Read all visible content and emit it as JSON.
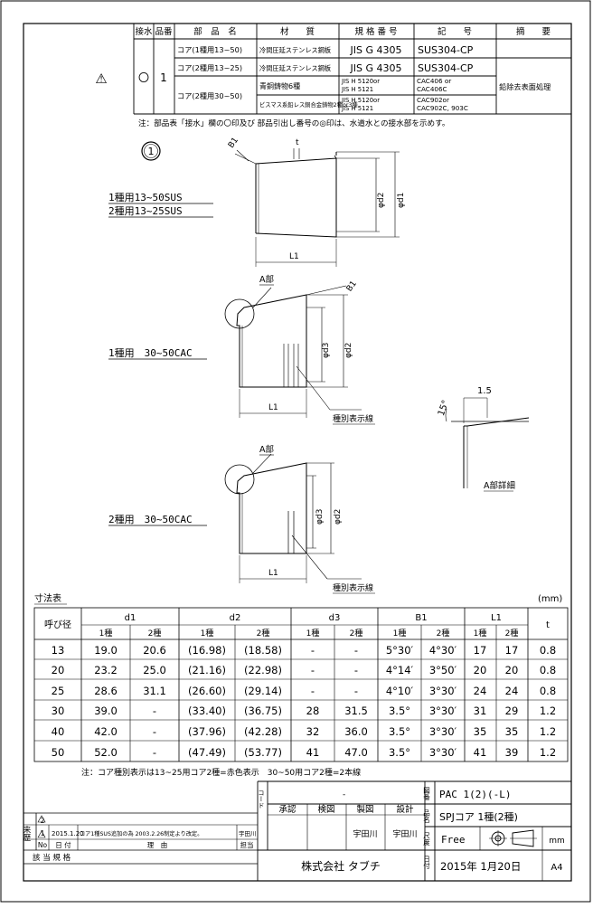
{
  "parts_table": {
    "headers": [
      "接水",
      "品番",
      "部　品　名",
      "材　　質",
      "規 格 番 号",
      "記　　号",
      "摘　　要"
    ],
    "warning_mark": "⚠",
    "water_mark": "〇",
    "part_no": "1",
    "rows": [
      {
        "name": "コア(1種用13~50)",
        "material": "冷間圧延ステンレス鋼板",
        "spec": "JIS G 4305",
        "symbol": "SUS304-CP",
        "note": ""
      },
      {
        "name": "コア(2種用13~25)",
        "material": "冷間圧延ステンレス鋼板",
        "spec": "JIS G 4305",
        "symbol": "SUS304-CP",
        "note": ""
      },
      {
        "name": "コア(2種用30~50)",
        "material": "青銅鋳物6種",
        "spec_a": "JIS H 5120or",
        "spec_b": "JIS H 5121",
        "symbol_a": "CAC406 or",
        "symbol_b": "CAC406C",
        "note": "鉛除去表面処理"
      },
      {
        "material": "ビスマス系鉛レス銅合金鋳物2種or3種",
        "spec_a": "JIS H 5120or",
        "spec_b": "JIS H 5121",
        "symbol_a": "CAC902or",
        "symbol_b": "CAC902C, 903C"
      }
    ],
    "footnote": "注：部品表「接水」欄の〇印及び 部品引出し番号の◎印は、水道水との接水部を示めす。"
  },
  "drawing": {
    "part_callout": "1",
    "view1_label_a": "1種用13~50SUS",
    "view1_label_b": "2種用13~25SUS",
    "view2_label": "1種用　30~50CAC",
    "view3_label": "2種用　30~50CAC",
    "dim_B1": "B1",
    "dim_t": "t",
    "dim_d1": "φd1",
    "dim_d2": "φd2",
    "dim_d3": "φd3",
    "dim_L1": "L1",
    "section_a": "A部",
    "type_line": "種別表示線",
    "detail_title": "A部詳細",
    "detail_angle": "15°",
    "detail_len": "1.5"
  },
  "dimension_table": {
    "title": "寸法表",
    "unit": "(mm)",
    "col_nominal": "呼び径",
    "groups": [
      "d1",
      "d2",
      "d3",
      "B1",
      "L1"
    ],
    "col_t": "t",
    "sub_1": "1種",
    "sub_2": "2種",
    "rows": [
      [
        "13",
        "19.0",
        "20.6",
        "(16.98)",
        "(18.58)",
        "-",
        "-",
        "5°30′",
        "4°30′",
        "17",
        "17",
        "0.8"
      ],
      [
        "20",
        "23.2",
        "25.0",
        "(21.16)",
        "(22.98)",
        "-",
        "-",
        "4°14′",
        "3°50′",
        "20",
        "20",
        "0.8"
      ],
      [
        "25",
        "28.6",
        "31.1",
        "(26.60)",
        "(29.14)",
        "-",
        "-",
        "4°10′",
        "3°30′",
        "24",
        "24",
        "0.8"
      ],
      [
        "30",
        "39.0",
        "-",
        "(33.40)",
        "(36.75)",
        "28",
        "31.5",
        "3.5°",
        "3°30′",
        "31",
        "29",
        "1.2"
      ],
      [
        "40",
        "42.0",
        "-",
        "(37.96)",
        "(42.28)",
        "32",
        "36.0",
        "3.5°",
        "3°30′",
        "35",
        "35",
        "1.2"
      ],
      [
        "50",
        "52.0",
        "-",
        "(47.49)",
        "(53.77)",
        "41",
        "47.0",
        "3.5°",
        "3°30′",
        "41",
        "39",
        "1.2"
      ]
    ],
    "note": "注：コア種別表示は13~25用コア2種=赤色表示　30~50用コア2種=2本線"
  },
  "title_block": {
    "code_label": "コード",
    "approve": "承認",
    "inspect": "検図",
    "draw": "製図",
    "design": "設計",
    "drafter_1": "宇田川",
    "drafter_2": "宇田川",
    "drawing_no_label": "図番",
    "drawing_no": "PAC 1(2)(-L)",
    "part_name_label": "品名",
    "part_name": "SPJコア 1種(2種)",
    "scale_label": "尺度",
    "scale": "Free",
    "unit": "mm",
    "company": "株式会社 タブチ",
    "date_label": "日付",
    "date": "2015年 1月20日",
    "paper": "A4",
    "dash": "-"
  },
  "revision": {
    "side_label": "来歴",
    "row1_no": "2",
    "row2_no": "1",
    "row2_date": "2015.1.20",
    "row2_reason": "コア1種SUS追加の為 2003.2.26制定より改定。",
    "row2_person": "宇田川",
    "h_no": "No",
    "h_date": "日 付",
    "h_reason": "理　由",
    "h_person": "担当",
    "applicable": "該 当 規 格"
  }
}
